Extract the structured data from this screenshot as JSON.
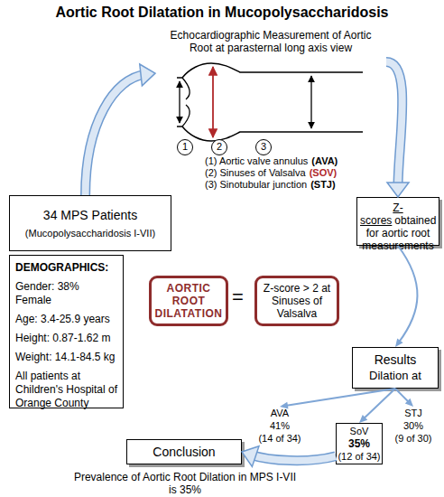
{
  "diagram": {
    "title": "Aortic Root Dilatation in Mucopolysaccharidosis",
    "nodes": [
      {
        "text": [
          "Echocardiographic Measurement of Aortic Root at parasternal long axis view",
          "(1) Aortic valve annulus",
          "(AVA)",
          "(2) Sinuses of Valsalva",
          "(SOV)",
          "(3) Sinotubular junction",
          "(STJ)"
        ]
      },
      {
        "text": [
          "1"
        ],
        "in": 0
      },
      {
        "text": [
          "2"
        ],
        "in": 0
      },
      {
        "text": [
          "3"
        ],
        "in": 0
      },
      {
        "text": [
          "34 MPS Patients",
          "(Mucopolysaccharidosis I-VII)"
        ]
      },
      {
        "text": [
          "Z-scores",
          "obtained for aortic root measurements"
        ]
      },
      {
        "text": [
          "DEMOGRAPHICS:",
          "Gender: 38% Female",
          "Age: 3.4-25.9 years",
          "Height: 0.87-1.62 m",
          "Weight: 14.1-84.5 kg",
          "All patients at Children's Hospital of Orange County"
        ]
      },
      {
        "text": [
          "AORTIC ROOT DILATATION"
        ]
      },
      {
        "text": [
          "Z-score > 2 at Sinuses of Valsalva"
        ]
      },
      {
        "text": [
          "Results",
          "Dilation at"
        ]
      },
      {
        "text": [
          "AVA",
          "41%",
          "(14 of 34)"
        ]
      },
      {
        "text": [
          "SoV",
          "35%",
          "(12 of 34)"
        ]
      },
      {
        "text": [
          "STJ",
          "30%",
          "(9 of 30)"
        ]
      },
      {
        "text": [
          "Conclusion",
          "Prevalence of Aortic Root Dilation in MPS I-VII is 35%"
        ]
      }
    ],
    "edges": [
      {
        "from": 4,
        "to": 0,
        "arrow": "to"
      },
      {
        "from": 0,
        "to": 5,
        "arrow": "to"
      },
      {
        "from": 5,
        "to": 9,
        "arrow": "to"
      },
      {
        "from": 9,
        "to": 10,
        "arrow": "to"
      },
      {
        "from": 9,
        "to": 11,
        "arrow": "to"
      },
      {
        "from": 9,
        "to": 12,
        "arrow": "to"
      },
      {
        "from": 11,
        "to": 13,
        "arrow": "to"
      }
    ],
    "labels": [
      "="
    ]
  }
}
